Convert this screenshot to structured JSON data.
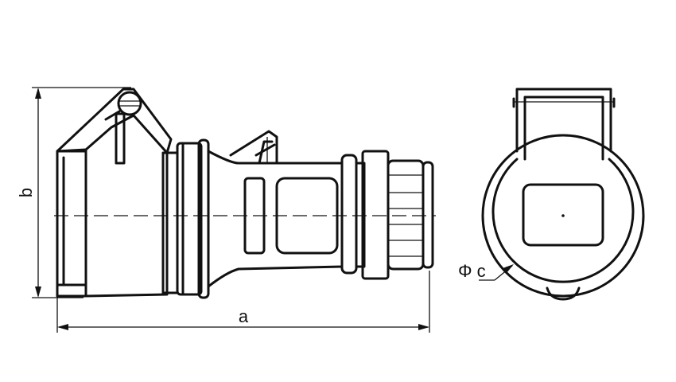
{
  "dimensions": {
    "length_label": "a",
    "height_label": "b",
    "diameter_label": "Φ c"
  },
  "colors": {
    "line": "#111111",
    "background": "#ffffff"
  }
}
